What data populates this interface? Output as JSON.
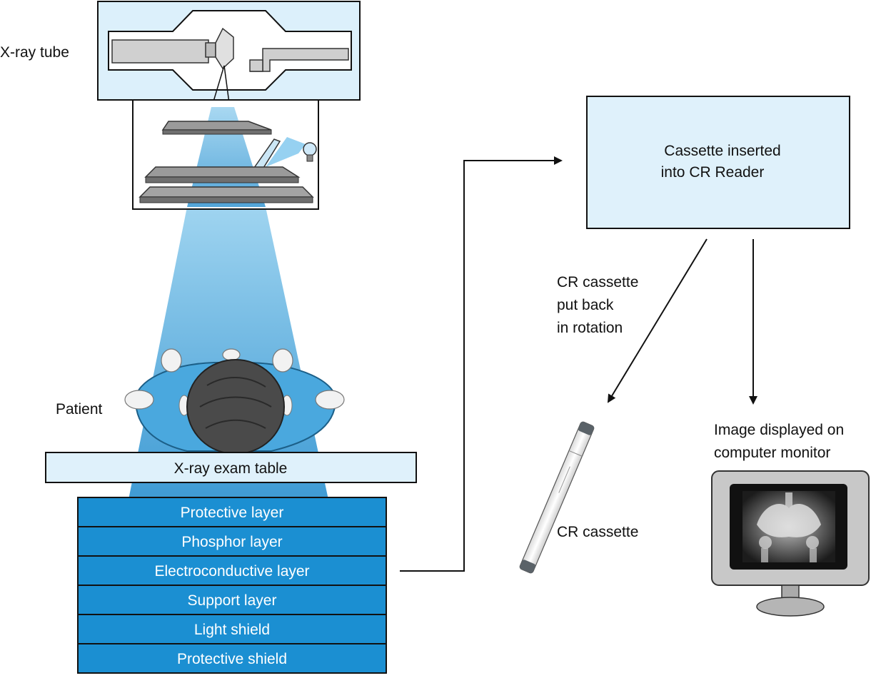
{
  "labels": {
    "xray_tube": "X-ray tube",
    "patient": "Patient",
    "exam_table": "X-ray exam table",
    "reader_line1": "Cassette inserted",
    "reader_line2": "into CR Reader",
    "rotation_line1": "CR cassette",
    "rotation_line2": "put back",
    "rotation_line3": "in rotation",
    "cassette": "CR cassette",
    "monitor_line1": "Image displayed on",
    "monitor_line2": "computer monitor"
  },
  "layers": [
    "Protective layer",
    "Phosphor layer",
    "Electroconductive layer",
    "Support layer",
    "Light shield",
    "Protective shield"
  ],
  "colors": {
    "beam": "#4aa3d8",
    "layer_fill": "#1b8fd2",
    "panel_fill": "#dff1fb",
    "outline": "#111111"
  },
  "icons": {
    "lightbulb": "lightbulb-icon",
    "monitor": "monitor-icon"
  }
}
